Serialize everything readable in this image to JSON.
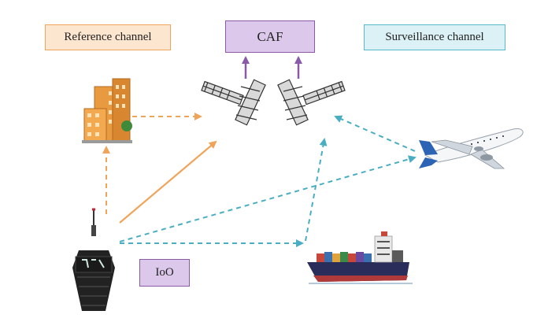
{
  "labels": {
    "reference_channel": "Reference channel",
    "caf": "CAF",
    "surveillance_channel": "Surveillance channel",
    "ioo": "IoO"
  },
  "colors": {
    "reference": "#f0a45a",
    "surveillance": "#4aaec2",
    "caf": "#8a5aa8",
    "ioo_fill": "#dbc8ea",
    "ref_fill": "#fde6d0",
    "surv_fill": "#dbf1f5"
  },
  "icons": [
    "building-icon",
    "receiver-antenna-icon",
    "airplane-icon",
    "cargo-ship-icon",
    "transmitter-tower-icon"
  ]
}
